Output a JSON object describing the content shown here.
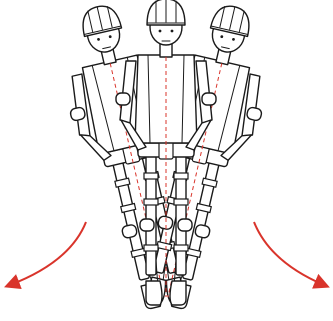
{
  "figure": {
    "positions": [
      "lean-left",
      "upright",
      "lean-right"
    ],
    "colors": {
      "ink": "#1a1a1a",
      "centerline": "#d9342b",
      "motion_arrow": "#d9342b",
      "background": "#ffffff"
    },
    "icons": [
      "helmet",
      "elbow-pad",
      "knee-pad",
      "crutch",
      "motion-arrow"
    ]
  }
}
